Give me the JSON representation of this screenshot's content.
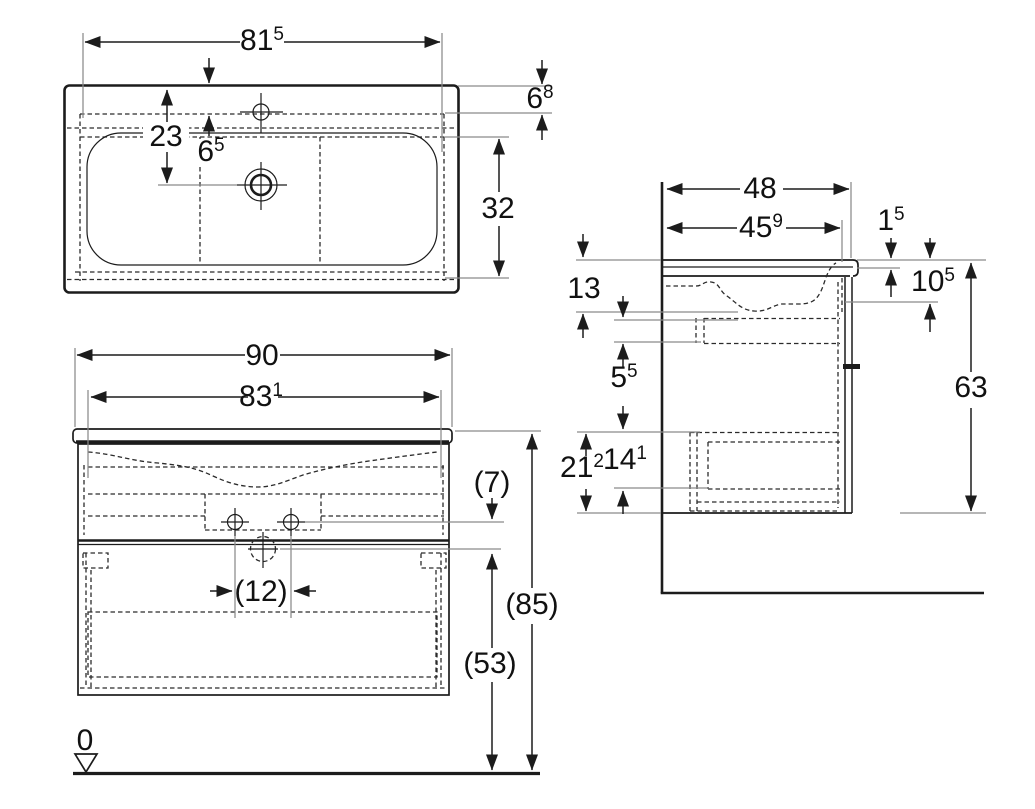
{
  "drawing": {
    "description": "Technical dimension drawing of a washbasin vanity cabinet: top view, front view and side view",
    "units": "cm",
    "line_color": "#1c1c1c",
    "reference_line_color": "#8a8a8a",
    "background_color": "#ffffff"
  },
  "dims": {
    "top": {
      "overall_width": {
        "main": "81",
        "sup": "5"
      },
      "front_to_drain": {
        "main": "23",
        "sup": ""
      },
      "tap_offset": {
        "main": "6",
        "sup": "5"
      },
      "rear_ledge": {
        "main": "6",
        "sup": "8"
      },
      "basin_depth": {
        "main": "32",
        "sup": ""
      }
    },
    "front": {
      "overall_width": {
        "main": "90",
        "sup": ""
      },
      "body_width": {
        "main": "83",
        "sup": "1"
      },
      "tap_drop": {
        "main": "(7)",
        "sup": ""
      },
      "tap_spacing": {
        "main": "(12)",
        "sup": ""
      },
      "overall_height": {
        "main": "(85)",
        "sup": ""
      },
      "drain_height": {
        "main": "(53)",
        "sup": ""
      },
      "datum": {
        "main": "0",
        "sup": ""
      }
    },
    "side": {
      "overall_depth": {
        "main": "48",
        "sup": ""
      },
      "body_depth": {
        "main": "45",
        "sup": "9"
      },
      "top_thickness": {
        "main": "1",
        "sup": "5"
      },
      "bowl_inner": {
        "main": "10",
        "sup": "5"
      },
      "bowl_outer": {
        "main": "13",
        "sup": ""
      },
      "upper_recess": {
        "main": "5",
        "sup": "5"
      },
      "lower_section": {
        "main": "21",
        "sup": "2"
      },
      "lower_recess": {
        "main": "14",
        "sup": "1"
      },
      "cabinet_height": {
        "main": "63",
        "sup": ""
      }
    }
  }
}
